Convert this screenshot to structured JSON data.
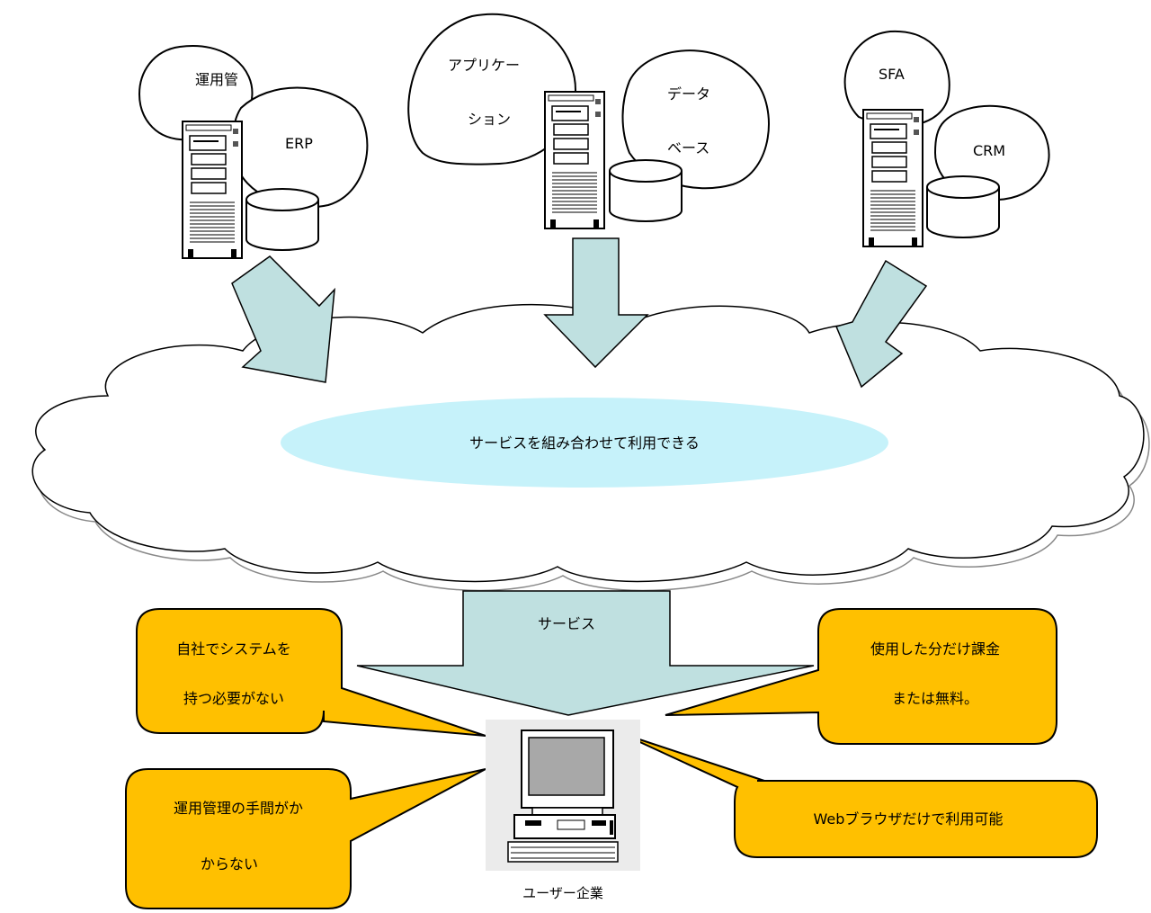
{
  "colors": {
    "arrow_fill": "#bfe0e0",
    "cloud_ellipse": "#c6f2fa",
    "callout_fill": "#ffc000",
    "line": "#000000",
    "cloud_shadow": "#888888"
  },
  "servers": [
    {
      "bubble_1": "運用管",
      "bubble_2": "ERP"
    },
    {
      "bubble_1_line1": "アプリケー",
      "bubble_1_line2": "ション",
      "bubble_2_line1": "データ",
      "bubble_2_line2": "ベース"
    },
    {
      "bubble_1": "SFA",
      "bubble_2": "CRM"
    }
  ],
  "cloud": {
    "label": "サービスを組み合わせて利用できる"
  },
  "service_arrow": {
    "label": "サービス"
  },
  "callouts": {
    "top_left": {
      "line1": "自社でシステムを",
      "line2": "持つ必要がない"
    },
    "bottom_left": {
      "line1": "運用管理の手間がか",
      "line2": "からない"
    },
    "top_right": {
      "line1": "使用した分だけ課金",
      "line2": "または無料。"
    },
    "bottom_right": {
      "line1": "Webブラウザだけで利用可能"
    }
  },
  "user": {
    "label": "ユーザー企業"
  }
}
